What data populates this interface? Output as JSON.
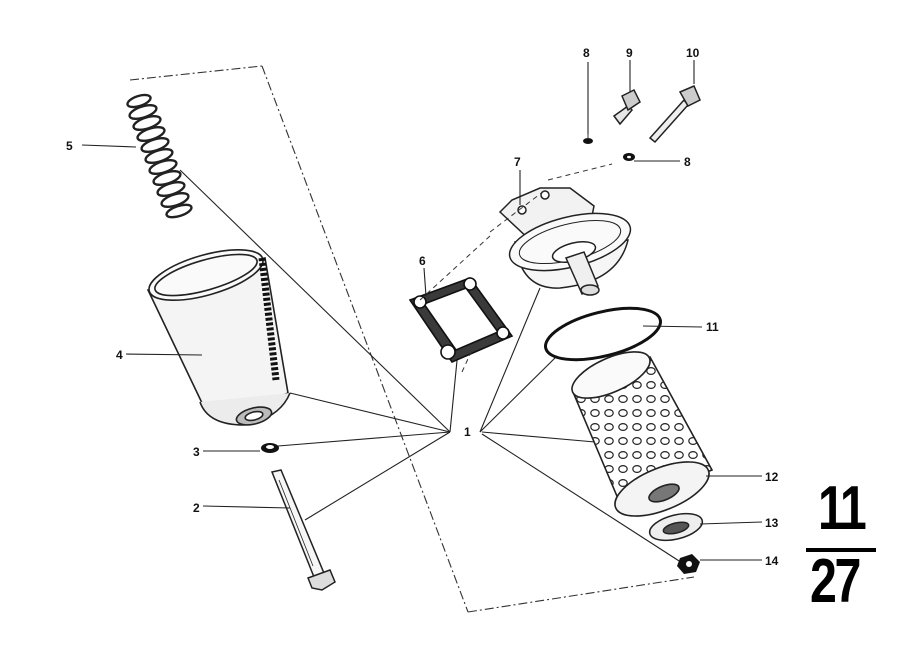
{
  "diagram": {
    "callouts": {
      "c1": "1",
      "c2": "2",
      "c3": "3",
      "c4": "4",
      "c5": "5",
      "c6": "6",
      "c7": "7",
      "c8a": "8",
      "c8b": "8",
      "c9": "9",
      "c10": "10",
      "c11": "11",
      "c12": "12",
      "c13": "13",
      "c14": "14"
    },
    "reference": {
      "top": "11",
      "bottom": "27"
    }
  }
}
